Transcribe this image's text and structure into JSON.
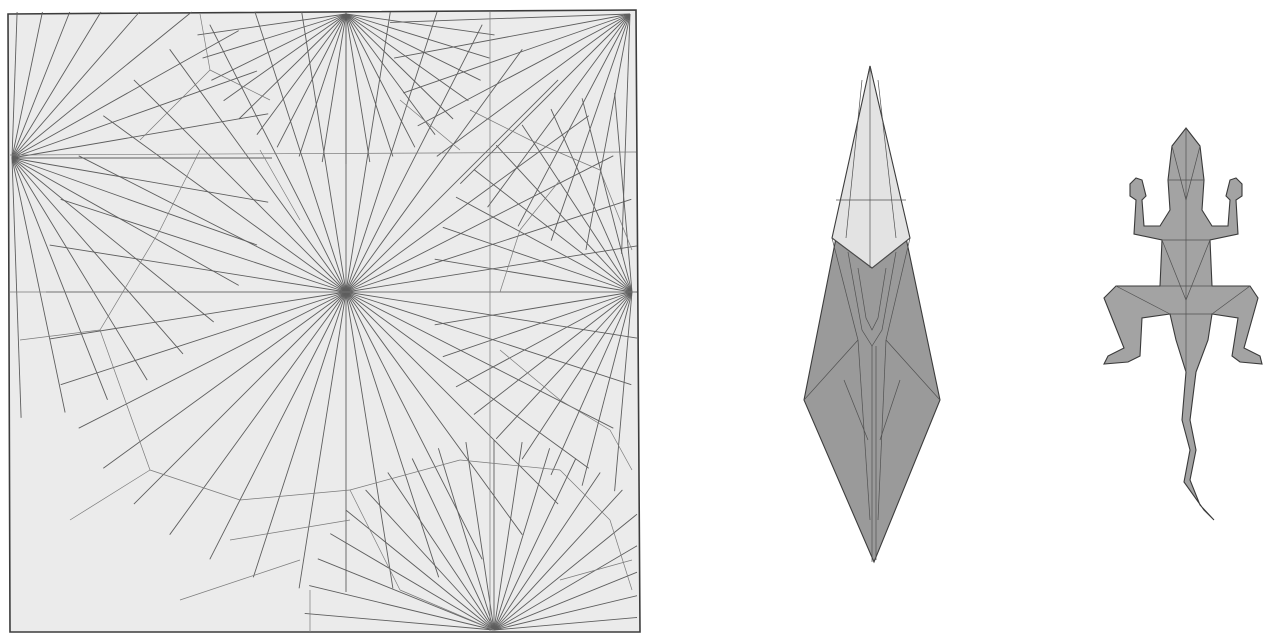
{
  "figure": {
    "panels": [
      {
        "id": "crease-pattern",
        "kind": "square crease pattern"
      },
      {
        "id": "base-form",
        "kind": "folded base"
      },
      {
        "id": "lizard-model",
        "kind": "finished lizard"
      }
    ],
    "colors": {
      "paper": "#ebebeb",
      "crease": "#5e5e5e",
      "outline": "#3c3c3c",
      "shaded_face": "#9a9a9a",
      "light_face": "#e3e3e3",
      "lizard_fill": "#a3a3a3"
    }
  }
}
